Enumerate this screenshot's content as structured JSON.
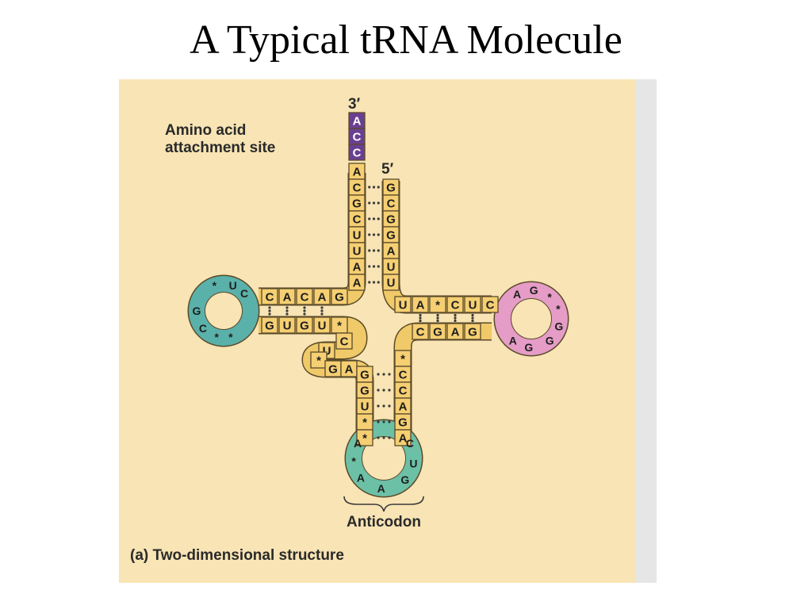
{
  "title": "A Typical tRNA Molecule",
  "figure": {
    "caption": "(a) Two-dimensional structure",
    "labels": {
      "three_prime": "3′",
      "five_prime": "5′",
      "amino_line1": "Amino acid",
      "amino_line2": "attachment site",
      "anticodon": "Anticodon"
    },
    "colors": {
      "background": "#f8e4b4",
      "stem_fill": "#f5cf72",
      "ribbon": "#f0c968",
      "outline": "#5a4a2a",
      "accepter_end": "#6a3f92",
      "d_loop": "#5ab1a9",
      "t_loop": "#e59cc6",
      "anticodon_loop": "#6cc0a6"
    },
    "acceptor_stem": {
      "cca_end": [
        "A",
        "C",
        "C"
      ],
      "left_strand": [
        "A",
        "C",
        "G",
        "C",
        "U",
        "U",
        "A",
        "A"
      ],
      "right_strand": [
        "G",
        "C",
        "G",
        "G",
        "A",
        "U",
        "U"
      ]
    },
    "d_arm": {
      "top_strand": [
        "C",
        "A",
        "C",
        "A",
        "G"
      ],
      "bottom_strand": [
        "G",
        "U",
        "G",
        "U",
        "*"
      ],
      "loop": [
        "U",
        "C",
        "*",
        "G",
        "C",
        "*",
        "*"
      ]
    },
    "t_arm": {
      "top_strand": [
        "U",
        "A",
        "*",
        "C",
        "U",
        "C"
      ],
      "bottom_strand": [
        "C",
        "G",
        "A",
        "G"
      ],
      "loop": [
        "A",
        "G",
        "*",
        "*",
        "G",
        "G",
        "G",
        "A"
      ]
    },
    "variable_region": [
      "C",
      "U",
      "*",
      "G",
      "A"
    ],
    "anticodon_arm": {
      "left_strand": [
        "G",
        "G",
        "U",
        "*",
        "*"
      ],
      "right_strand": [
        "*",
        "C",
        "C",
        "A",
        "G",
        "A"
      ],
      "loop": [
        "A",
        "*",
        "A",
        "A",
        "G",
        "U",
        "C"
      ]
    }
  }
}
